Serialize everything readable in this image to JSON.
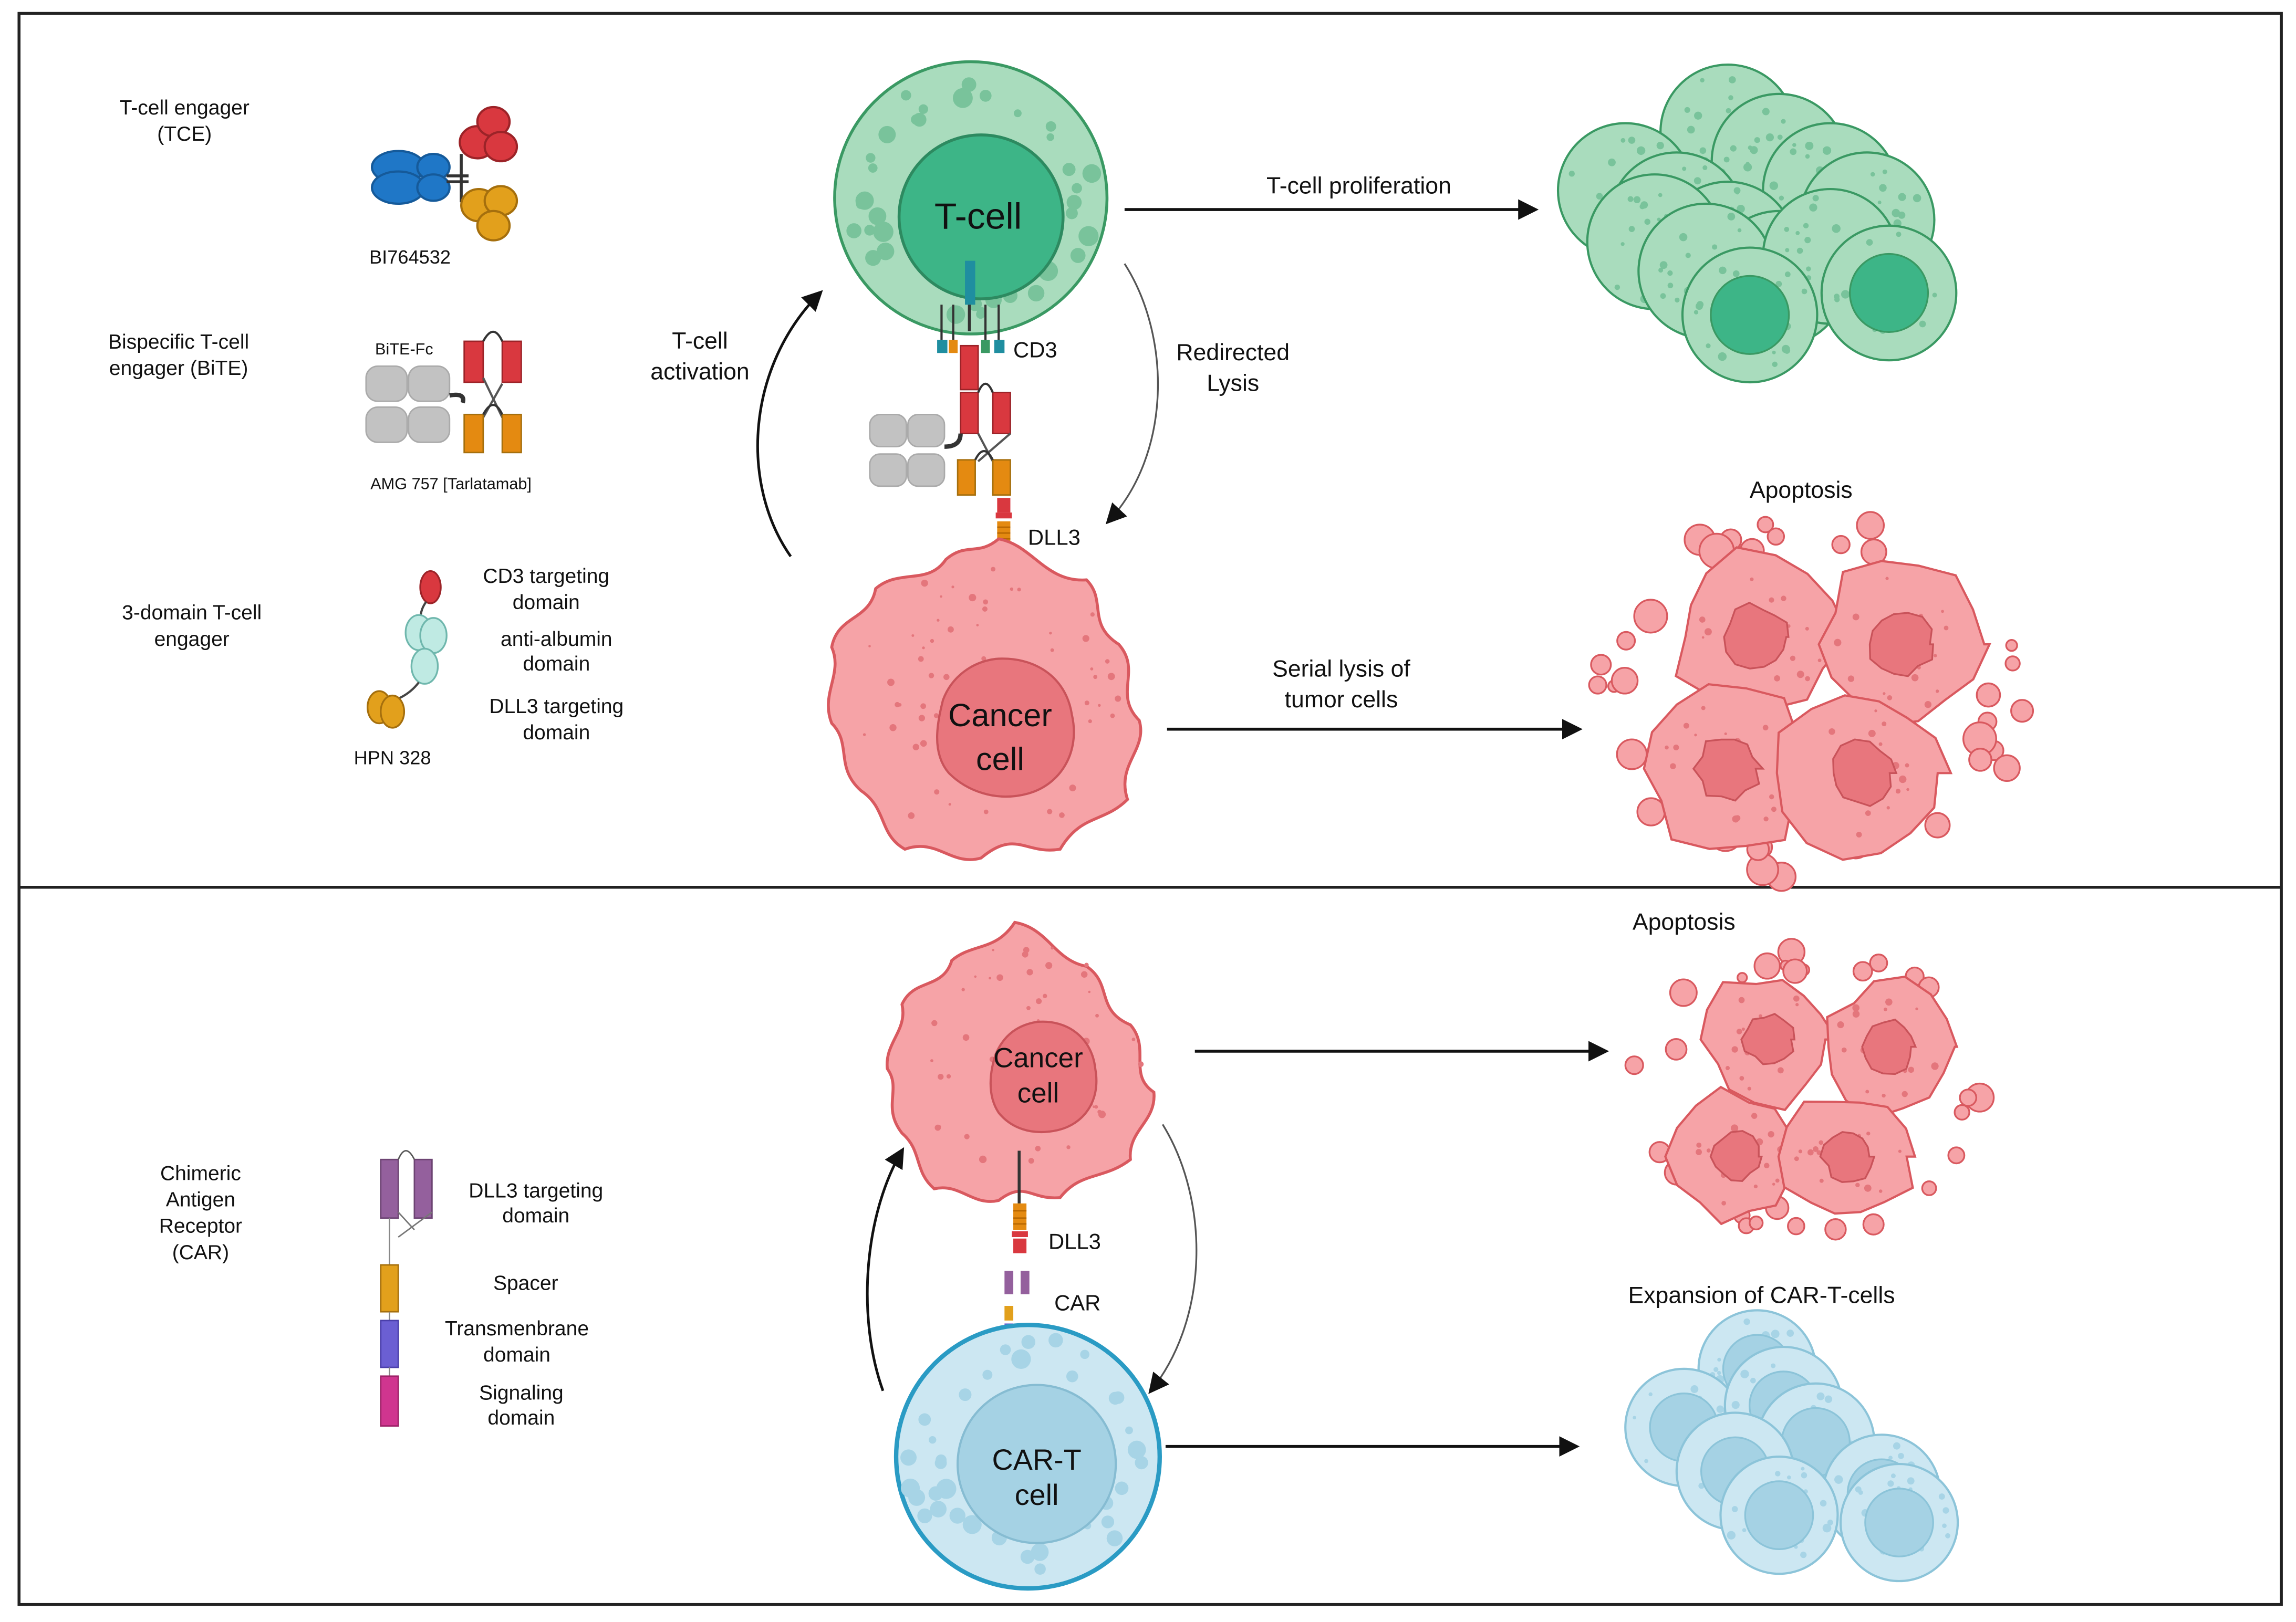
{
  "top_panel": {
    "legend": {
      "tce_title_1": "T-cell engager",
      "tce_title_2": "(TCE)",
      "tce_drug": "BI764532",
      "bite_title_1": "Bispecific T-cell",
      "bite_title_2": "engager (BiTE)",
      "bite_fc_label": "BiTE-Fc",
      "bite_drug": "AMG 757 [Tarlatamab]",
      "three_domain_title_1": "3-domain T-cell",
      "three_domain_title_2": "engager",
      "cd3_domain_1": "CD3 targeting",
      "cd3_domain_2": "domain",
      "albumin_domain_1": "anti-albumin",
      "albumin_domain_2": "domain",
      "dll3_domain_1": "DLL3 targeting",
      "dll3_domain_2": "domain",
      "three_domain_drug": "HPN 328"
    },
    "t_cell_label": "T-cell",
    "cd3_label": "CD3",
    "dll3_label": "DLL3",
    "cancer_cell_line1": "Cancer",
    "cancer_cell_line2": "cell",
    "activation_line1": "T-cell",
    "activation_line2": "activation",
    "redirected_line1": "Redirected",
    "redirected_line2": "Lysis",
    "proliferation_label": "T-cell proliferation",
    "serial_lysis_line1": "Serial lysis of",
    "serial_lysis_line2": "tumor cells",
    "apoptosis_label": "Apoptosis"
  },
  "bottom_panel": {
    "legend": {
      "car_title_1": "Chimeric",
      "car_title_2": "Antigen",
      "car_title_3": "Receptor",
      "car_title_4": "(CAR)",
      "dll3_domain_1": "DLL3 targeting",
      "dll3_domain_2": "domain",
      "spacer": "Spacer",
      "transmembrane_1": "Transmenbrane",
      "transmembrane_2": "domain",
      "signaling_1": "Signaling",
      "signaling_2": "domain"
    },
    "cancer_cell_line1": "Cancer",
    "cancer_cell_line2": "cell",
    "dll3_label": "DLL3",
    "car_label": "CAR",
    "car_t_line1": "CAR-T",
    "car_t_line2": "cell",
    "apoptosis_label": "Apoptosis",
    "expansion_label": "Expansion of CAR-T-cells"
  },
  "colors": {
    "t_cell_outer": "#a9dcbd",
    "t_cell_nucleus": "#3db587",
    "t_cell_stroke": "#3a9963",
    "cancer_fill": "#f6a3a7",
    "cancer_nucleus": "#e8767d",
    "cancer_stroke": "#d9595f",
    "car_t_outer": "#cce7f2",
    "car_t_nucleus": "#a5d2e4",
    "car_t_stroke": "#2a9bc4",
    "red_domain": "#d9383f",
    "orange_domain": "#e48a11",
    "blue_domain": "#1f77c7",
    "grey_fc": "#c2c2c2",
    "purple_domain": "#94609d",
    "violet_domain": "#6b5fd3",
    "magenta_domain": "#d0358f"
  }
}
